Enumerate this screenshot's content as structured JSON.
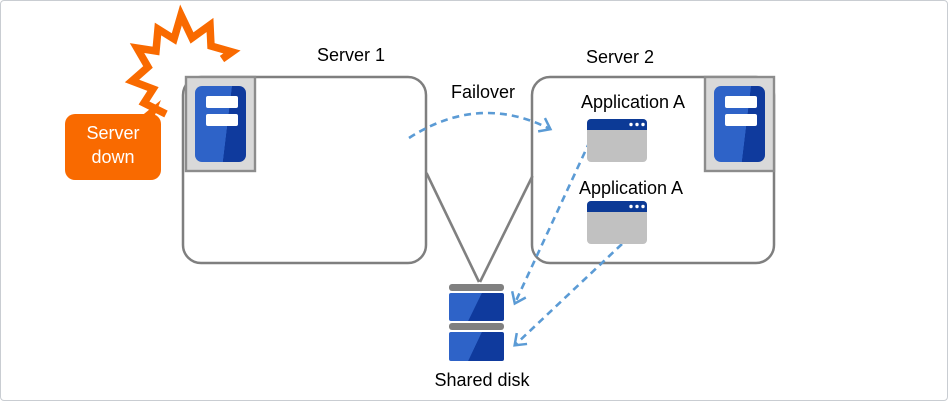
{
  "labels": {
    "server1": "Server 1",
    "server2": "Server 2",
    "failover": "Failover",
    "application_a_top": "Application A",
    "application_a_bottom": "Application A",
    "shared_disk": "Shared disk",
    "server_down": "Server down"
  },
  "connections": {
    "failover_arrow": {
      "from": "server1",
      "to": "server2",
      "style": "dashed-arc-arrow"
    },
    "server1_to_shared_disk": {
      "from": "server1",
      "to": "shared_disk",
      "style": "solid-line"
    },
    "server2_to_shared_disk": {
      "from": "server2",
      "to": "shared_disk",
      "style": "solid-line"
    },
    "application_a_top_to_shared_disk": {
      "from": "application_a_top",
      "to": "shared_disk",
      "style": "dashed-arrow"
    },
    "application_a_bottom_to_shared_disk": {
      "from": "application_a_bottom",
      "to": "shared_disk",
      "style": "dashed-arrow"
    }
  },
  "colors": {
    "background": "#FFFFFF",
    "canvas-border": "#C9CDD2",
    "orange": "#F96A00",
    "dash-blue": "#5B9BD5",
    "line-gray": "#808080",
    "box-stroke": "#7F7F7F",
    "frame-fill": "#D9D9D9",
    "frame-stroke": "#8C8C8C",
    "tower-blue-light": "#2E63C8",
    "tower-blue-dark": "#0F3A9D",
    "titlebar-blue": "#0C3A96",
    "app-body-gray": "#C1C1C1",
    "disk-gray": "#808080",
    "text-black": "#000000",
    "callout-text": "#FFFFFF"
  }
}
